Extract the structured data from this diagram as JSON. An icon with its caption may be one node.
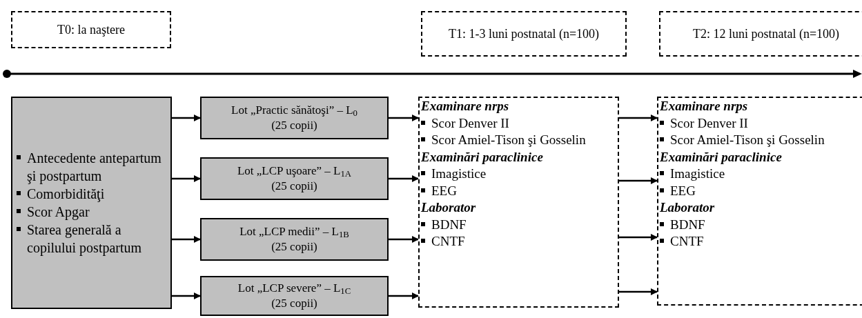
{
  "diagram": {
    "nodes": [
      {
        "text": [
          "T0: la naştere"
        ]
      },
      {
        "text": [
          "T1: 1-3 luni postnatal (n=100)"
        ]
      },
      {
        "text": [
          "T2: 12 luni postnatal (n=100)"
        ]
      },
      {
        "text": [
          "Antecedente antepartum şi postpartum",
          "Comorbidităţi",
          "Scor Apgar",
          "Starea generală a copilului postpartum"
        ]
      },
      {
        "text": [
          "Lot „Practic sănătoşi” – L$_{0}$",
          "(25 copii)"
        ]
      },
      {
        "text": [
          "Lot „LCP uşoare” – L$_{1A}$",
          "(25 copii)"
        ]
      },
      {
        "text": [
          "Lot „LCP medii” – L$_{1B}$",
          "(25 copii)"
        ]
      },
      {
        "text": [
          "Lot „LCP severe” – L$_{1C}$",
          "(25 copii)"
        ]
      },
      {
        "text": [
          "Examinare nrps",
          "Scor Denver II",
          "Scor Amiel-Tison şi Gosselin",
          "Examinări paraclinice",
          "Imagistice",
          "EEG",
          "Laborator",
          "BDNF",
          "CNTF"
        ]
      },
      {
        "text": [
          "Examinare nrps",
          "Scor Denver II",
          "Scor Amiel-Tison şi Gosselin",
          "Examinări paraclinice",
          "Imagistice",
          "EEG",
          "Laborator",
          "BDNF",
          "CNTF"
        ]
      }
    ],
    "edges": [
      {
        "from": 3,
        "to": 4,
        "arrow": "to"
      },
      {
        "from": 3,
        "to": 5,
        "arrow": "to"
      },
      {
        "from": 3,
        "to": 6,
        "arrow": "to"
      },
      {
        "from": 3,
        "to": 7,
        "arrow": "to"
      },
      {
        "from": 4,
        "to": 8,
        "arrow": "to"
      },
      {
        "from": 5,
        "to": 8,
        "arrow": "to"
      },
      {
        "from": 6,
        "to": 8,
        "arrow": "to"
      },
      {
        "from": 7,
        "to": 8,
        "arrow": "to"
      },
      {
        "from": 8,
        "to": 9,
        "arrow": "to"
      },
      {
        "from": 8,
        "to": 9,
        "arrow": "to"
      },
      {
        "from": 8,
        "to": 9,
        "arrow": "to"
      },
      {
        "from": 8,
        "to": 9,
        "arrow": "to"
      }
    ]
  }
}
